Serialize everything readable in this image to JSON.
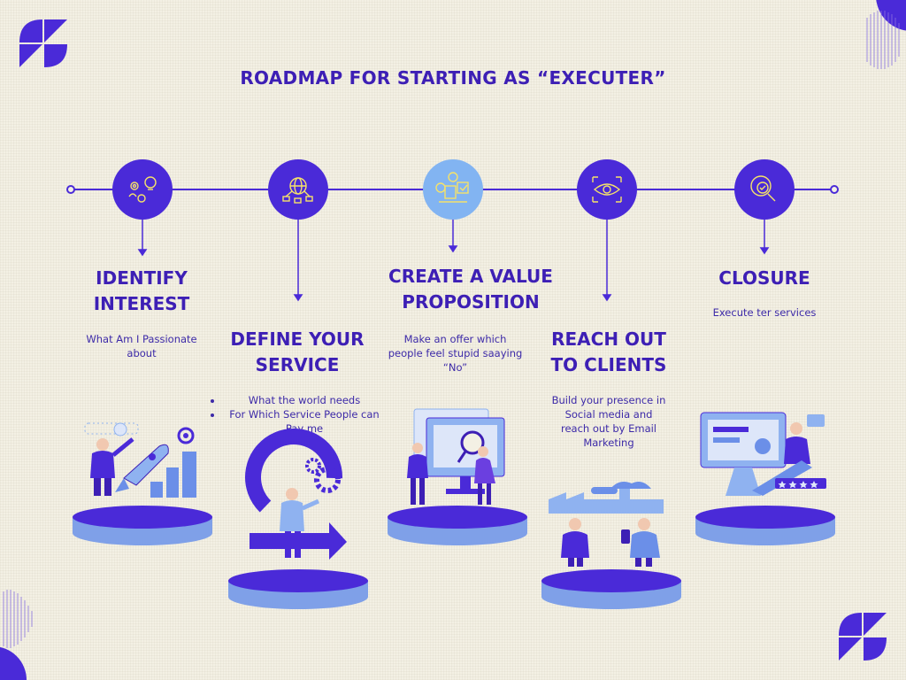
{
  "title": "ROADMAP FOR STARTING AS “EXECUTER”",
  "colors": {
    "primary": "#4a2ad8",
    "accent_light": "#82b4f2",
    "text": "#3d1fb5",
    "background": "#f3f0e4",
    "platform": "#8fb2f0"
  },
  "steps": [
    {
      "title_line1": "IDENTIFY",
      "title_line2": "INTEREST",
      "icon": "lightbulb-gears-icon",
      "desc_line1": "What Am I Passionate",
      "desc_line2": "about"
    },
    {
      "title_line1": "DEFINE YOUR",
      "title_line2": "SERVICE",
      "icon": "globe-network-icon",
      "bullets": [
        "What the world needs",
        "For Which Service People can Pay me"
      ]
    },
    {
      "title_line1": "CREATE A VALUE",
      "title_line2": "PROPOSITION",
      "icon": "idea-checklist-icon",
      "desc_line1": "Make an offer which",
      "desc_line2": "people feel stupid saaying",
      "desc_line3": "“No”"
    },
    {
      "title_line1": "REACH OUT",
      "title_line2": "TO CLIENTS",
      "icon": "eye-target-icon",
      "desc_line1": "Build your presence in",
      "desc_line2": "Social media and",
      "desc_line3": "reach out by Email",
      "desc_line4": "Marketing"
    },
    {
      "title_line1": "CLOSURE",
      "icon": "search-badge-icon",
      "desc_line1": "Execute ter services"
    }
  ]
}
